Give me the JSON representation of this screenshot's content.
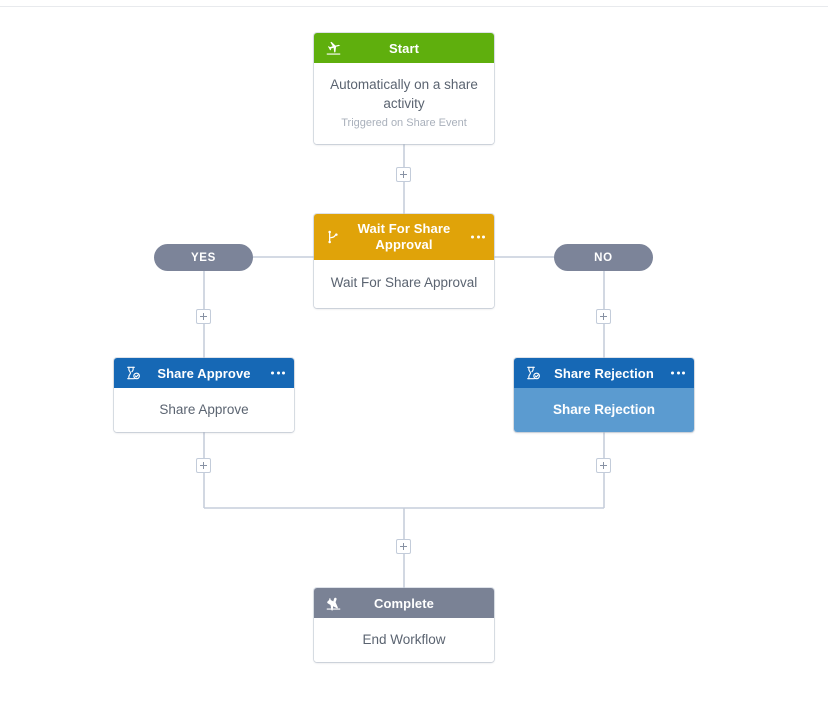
{
  "canvas": {
    "background_color": "#ffffff",
    "connector_color": "#c6cedb"
  },
  "nodes": [
    {
      "id": "start",
      "icon": "plane-takeoff-icon",
      "header_label": "Start",
      "header_color": "#5faf0d",
      "body_text": "Automatically on a share activity",
      "body_subtext": "Triggered on Share Event",
      "has_menu": false
    },
    {
      "id": "wait",
      "icon": "code-branch-icon",
      "header_label": "Wait For Share Approval",
      "header_color": "#e0a309",
      "body_text": "Wait For Share Approval",
      "has_menu": true,
      "menu_label": "More options"
    },
    {
      "id": "approve",
      "icon": "task-approve-icon",
      "header_label": "Share Approve",
      "header_color": "#1668b5",
      "body_text": "Share Approve",
      "body_color": "#ffffff",
      "has_menu": true,
      "menu_label": "More options"
    },
    {
      "id": "reject",
      "icon": "task-approve-icon",
      "header_label": "Share Rejection",
      "header_color": "#1668b5",
      "body_text": "Share Rejection",
      "body_color": "#5b9bd0",
      "selected": true,
      "has_menu": true,
      "menu_label": "More options"
    },
    {
      "id": "complete",
      "icon": "plane-landing-icon",
      "header_label": "Complete",
      "header_color": "#7a8295",
      "body_text": "End Workflow",
      "has_menu": false
    }
  ],
  "branches": [
    {
      "id": "yes",
      "label": "YES",
      "color": "#7c8499"
    },
    {
      "id": "no",
      "label": "NO",
      "color": "#7c8499"
    }
  ],
  "add_buttons": [
    {
      "id": "plus-1",
      "label": "+",
      "tooltip": "Add step"
    },
    {
      "id": "plus-2",
      "label": "+",
      "tooltip": "Add step"
    },
    {
      "id": "plus-3",
      "label": "+",
      "tooltip": "Add step"
    },
    {
      "id": "plus-4",
      "label": "+",
      "tooltip": "Add step"
    },
    {
      "id": "plus-5",
      "label": "+",
      "tooltip": "Add step"
    },
    {
      "id": "plus-6",
      "label": "+",
      "tooltip": "Add step"
    }
  ]
}
